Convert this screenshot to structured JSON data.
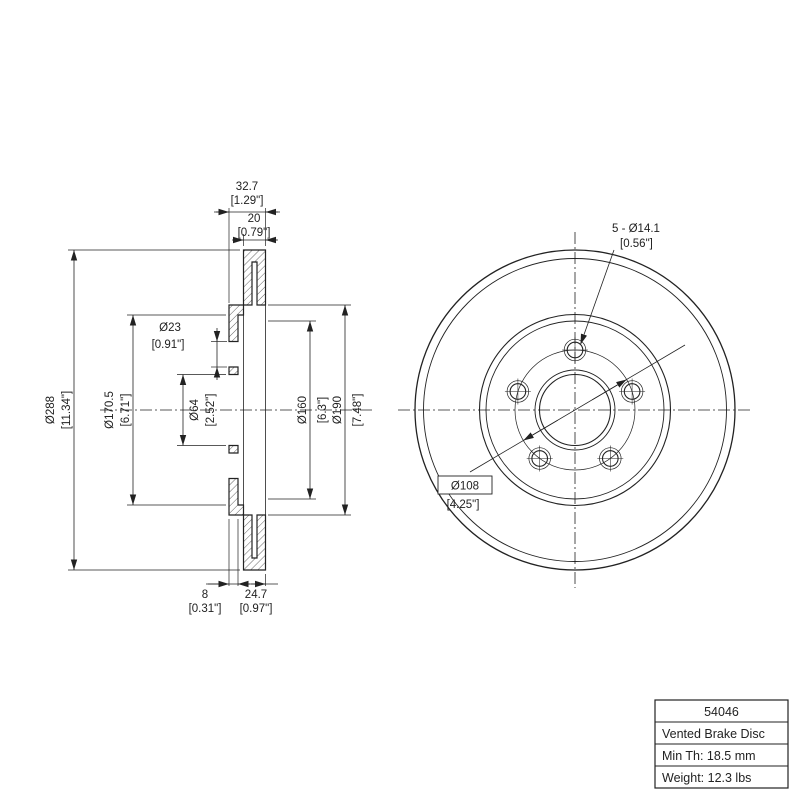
{
  "page": {
    "background": "#ffffff",
    "line_color": "#222222"
  },
  "section_view": {
    "overall_width": {
      "mm": "32.7",
      "in": "[1.29\"]"
    },
    "rotor_thickness": {
      "mm": "20",
      "in": "[0.79\"]"
    },
    "pilot_hole": {
      "mm": "Ø23",
      "in": "[0.91\"]"
    },
    "outer_diameter": {
      "mm": "Ø288",
      "in": "[11.34\"]"
    },
    "hat_diameter": {
      "mm": "Ø170.5",
      "in": "[6.71\"]"
    },
    "center_bore": {
      "mm": "Ø64",
      "in": "[2.52\"]"
    },
    "inner_diameter": {
      "mm": "Ø160",
      "in": "[6.3\"]"
    },
    "friction_inner_diameter": {
      "mm": "Ø190",
      "in": "[7.48\"]"
    },
    "hat_wall": {
      "mm": "8",
      "in": "[0.31\"]"
    },
    "mounting_offset": {
      "mm": "24.7",
      "in": "[0.97\"]"
    }
  },
  "front_view": {
    "bolt_holes": {
      "label": "5 - Ø14.1",
      "in": "[0.56\"]"
    },
    "bolt_circle": {
      "mm": "Ø108",
      "in": "[4.25\"]"
    }
  },
  "title_block": {
    "part_number": "54046",
    "product_name": "Vented Brake Disc",
    "min_thickness": "Min Th: 18.5 mm",
    "weight": "Weight: 12.3 lbs"
  }
}
